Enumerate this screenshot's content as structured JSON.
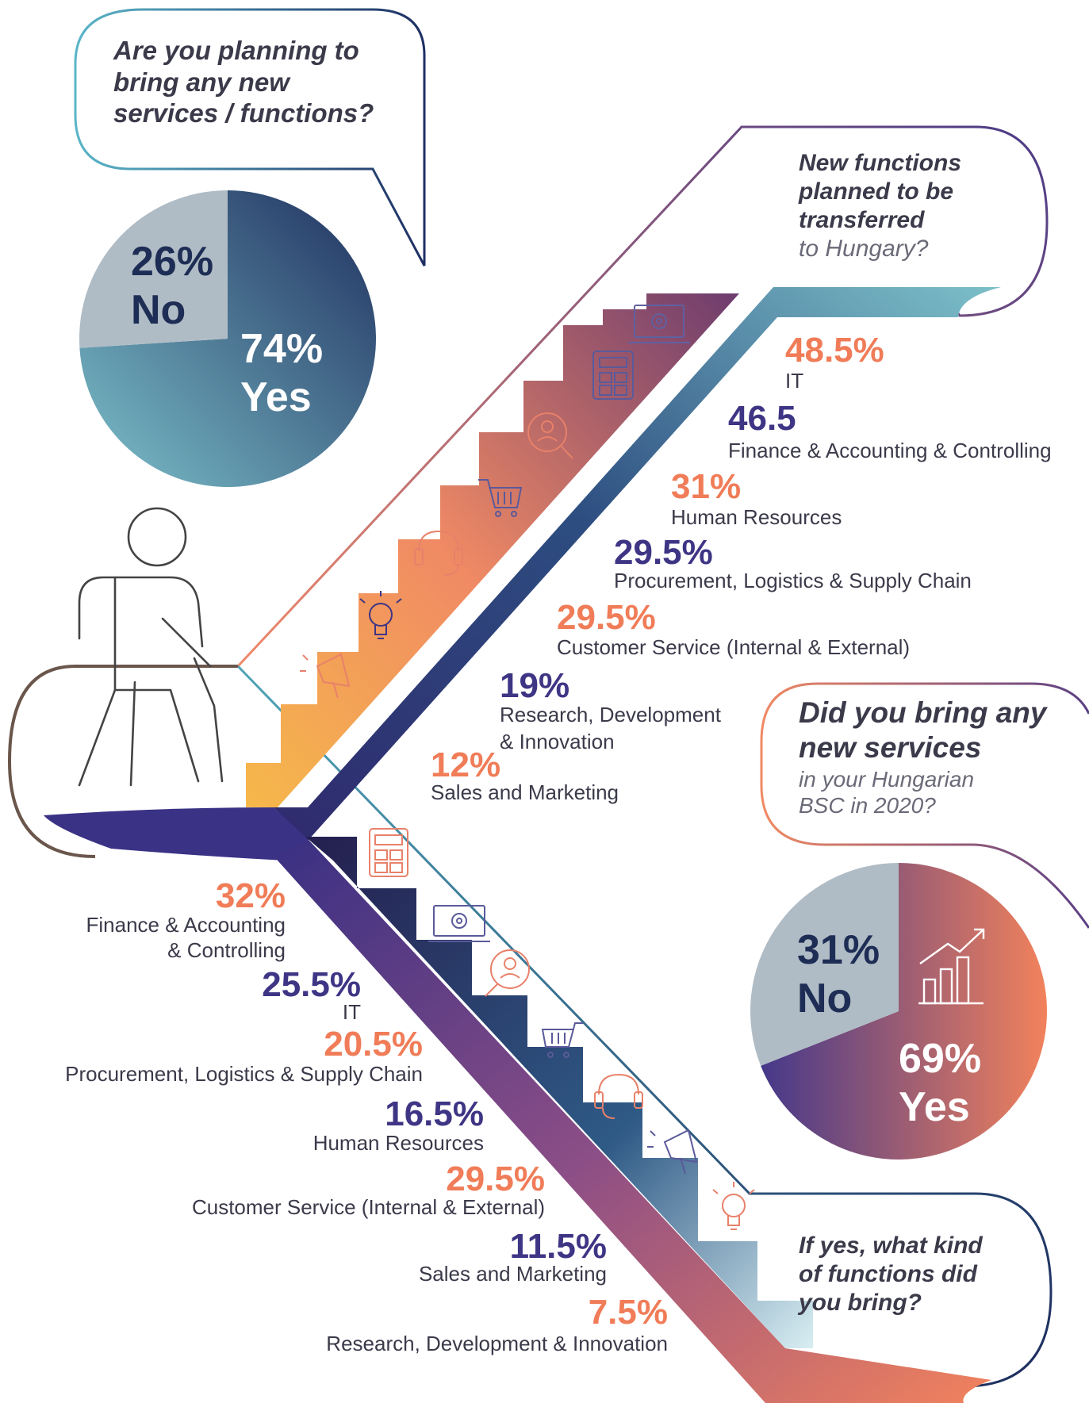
{
  "questions": {
    "planning": "Are you planning to bring any new services / functions?",
    "planned_title": "New functions planned to be transferred",
    "planned_sub": "to Hungary?",
    "did_title": "Did you bring any new services",
    "did_sub": "in your Hungarian BSC in 2020?",
    "brought": "If yes, what kind of functions did you bring?"
  },
  "colors": {
    "orange": "#f07c58",
    "navy": "#3e3585",
    "grey": "#b0bcc5",
    "teal": "#74b8c4",
    "dark_blue": "#263c6a"
  },
  "icons": [
    "laptop-gear-icon",
    "calculator-icon",
    "search-person-icon",
    "shopping-cart-icon",
    "headset-icon",
    "lightbulb-icon",
    "megaphone-icon",
    "growth-chart-icon",
    "person-on-escalator-icon"
  ],
  "chart_data": [
    {
      "type": "pie",
      "question": "Are you planning to bring any new services / functions?",
      "slices": [
        {
          "label": "Yes",
          "value": 74,
          "display": "74%"
        },
        {
          "label": "No",
          "value": 26,
          "display": "26%"
        }
      ]
    },
    {
      "type": "bar",
      "question": "New functions planned to be transferred to Hungary?",
      "items": [
        {
          "label": "IT",
          "value": 48.5,
          "display": "48.5%"
        },
        {
          "label": "Finance & Accounting & Controlling",
          "value": 46.5,
          "display": "46.5"
        },
        {
          "label": "Human Resources",
          "value": 31,
          "display": "31%"
        },
        {
          "label": "Procurement, Logistics & Supply Chain",
          "value": 29.5,
          "display": "29.5%"
        },
        {
          "label": "Customer Service (Internal & External)",
          "value": 29.5,
          "display": "29.5%"
        },
        {
          "label": "Research, Development",
          "label2": "& Innovation",
          "value": 19,
          "display": "19%"
        },
        {
          "label": "Sales and Marketing",
          "value": 12,
          "display": "12%"
        }
      ]
    },
    {
      "type": "pie",
      "question": "Did you bring any new services in your Hungarian BSC in 2020?",
      "slices": [
        {
          "label": "Yes",
          "value": 69,
          "display": "69%"
        },
        {
          "label": "No",
          "value": 31,
          "display": "31%"
        }
      ]
    },
    {
      "type": "bar",
      "question": "If yes, what kind of functions did you bring?",
      "items": [
        {
          "label": "Finance & Accounting",
          "label2": "& Controlling",
          "value": 32,
          "display": "32%"
        },
        {
          "label": "IT",
          "value": 25.5,
          "display": "25.5%"
        },
        {
          "label": "Procurement, Logistics & Supply Chain",
          "value": 20.5,
          "display": "20.5%"
        },
        {
          "label": "Human Resources",
          "value": 16.5,
          "display": "16.5%"
        },
        {
          "label": "Customer Service (Internal & External)",
          "value": 29.5,
          "display": "29.5%"
        },
        {
          "label": "Sales and Marketing",
          "value": 11.5,
          "display": "11.5%"
        },
        {
          "label": "Research, Development & Innovation",
          "value": 7.5,
          "display": "7.5%"
        }
      ]
    }
  ]
}
